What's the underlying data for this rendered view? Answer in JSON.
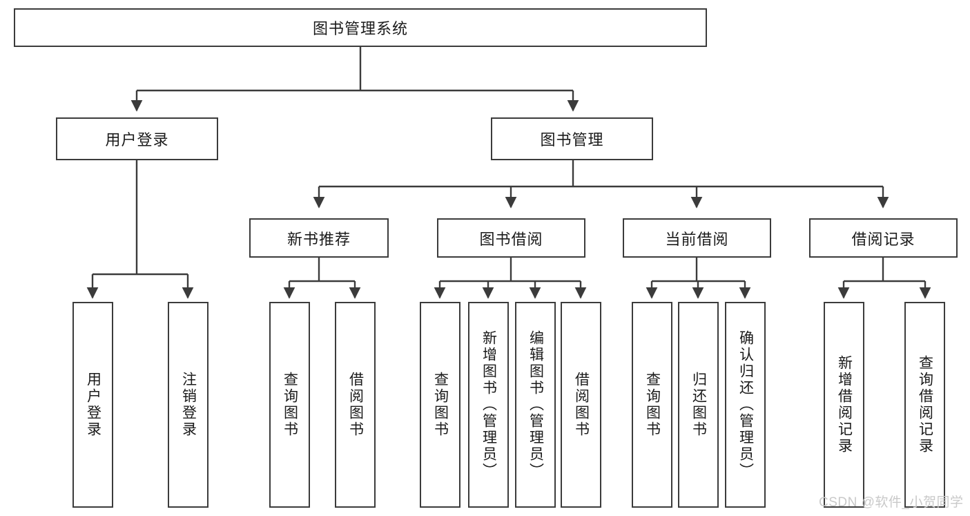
{
  "diagram": {
    "type": "tree-hierarchy-chart",
    "title": "图书管理系统",
    "watermark": "CSDN @软件_小贺同学",
    "line_color": "#3b3b3b",
    "box_fill": "#ffffff",
    "text_color": "#1a1a1a",
    "watermark_color": "#c9c9c9"
  },
  "nodes": {
    "root": {
      "label": "图书管理系统"
    },
    "level2": [
      {
        "label": "用户登录"
      },
      {
        "label": "图书管理"
      }
    ],
    "level3": [
      {
        "label": "新书推荐"
      },
      {
        "label": "图书借阅"
      },
      {
        "label": "当前借阅"
      },
      {
        "label": "借阅记录"
      }
    ],
    "leaves": {
      "user_login": [
        {
          "label": "用户登录"
        },
        {
          "label": "注销登录"
        }
      ],
      "new_book_recommend": [
        {
          "label": "查询图书"
        },
        {
          "label": "借阅图书"
        }
      ],
      "book_borrow": [
        {
          "label": "查询图书"
        },
        {
          "label": "新增图书（管理员）"
        },
        {
          "label": "编辑图书（管理员）"
        },
        {
          "label": "借阅图书"
        }
      ],
      "current_borrow": [
        {
          "label": "查询图书"
        },
        {
          "label": "归还图书"
        },
        {
          "label": "确认归还（管理员）"
        }
      ],
      "borrow_record": [
        {
          "label": "新增借阅记录"
        },
        {
          "label": "查询借阅记录"
        }
      ]
    }
  }
}
